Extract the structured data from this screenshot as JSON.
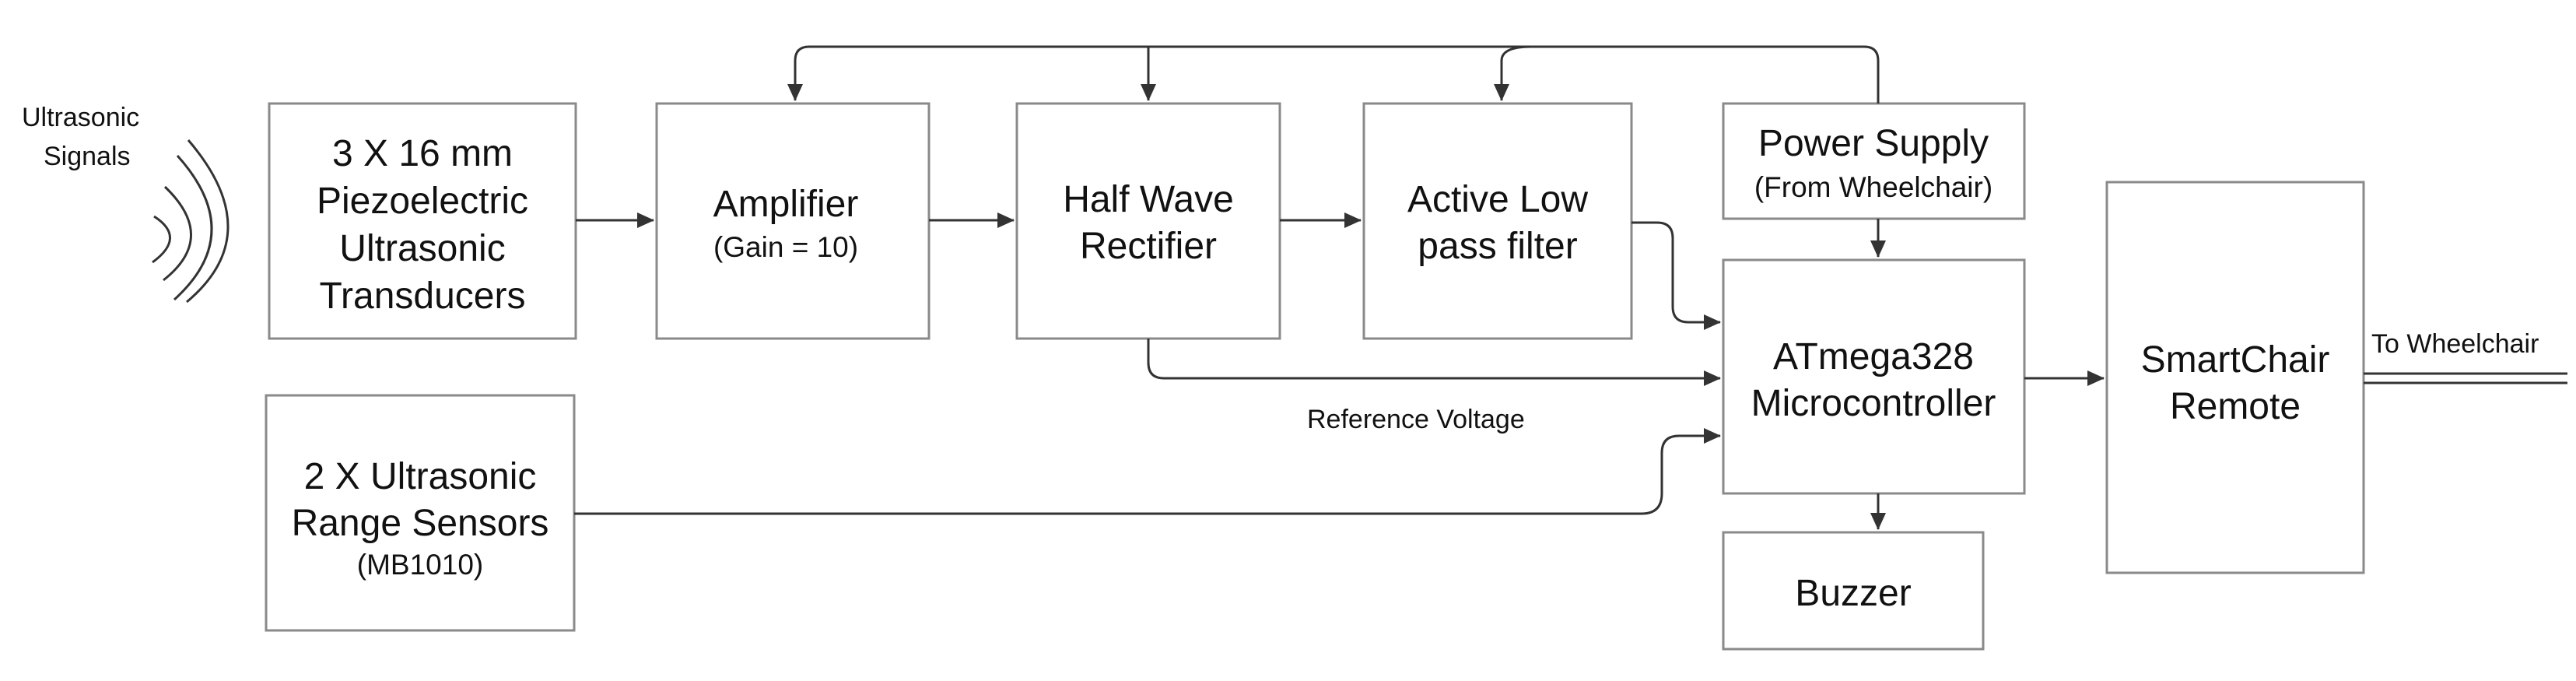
{
  "blocks": {
    "transducers": {
      "lines": [
        "3 X 16 mm",
        "Piezoelectric",
        "Ultrasonic",
        "Transducers"
      ]
    },
    "amplifier": {
      "title": "Amplifier",
      "subtitle": "(Gain = 10)"
    },
    "rectifier": {
      "lines": [
        "Half Wave",
        "Rectifier"
      ]
    },
    "filter": {
      "lines": [
        "Active Low",
        "pass filter"
      ]
    },
    "power_supply": {
      "title": "Power Supply",
      "subtitle": "(From Wheelchair)"
    },
    "microcontroller": {
      "lines": [
        "ATmega328",
        "Microcontroller"
      ]
    },
    "remote": {
      "lines": [
        "SmartChair",
        "Remote"
      ]
    },
    "range_sensors": {
      "lines": [
        "2 X Ultrasonic",
        "Range Sensors"
      ],
      "subtitle": "(MB1010)"
    },
    "buzzer": {
      "title": "Buzzer"
    }
  },
  "labels": {
    "ultrasonic_signals": [
      "Ultrasonic",
      "Signals"
    ],
    "reference_voltage": "Reference Voltage",
    "to_wheelchair": "To Wheelchair"
  }
}
